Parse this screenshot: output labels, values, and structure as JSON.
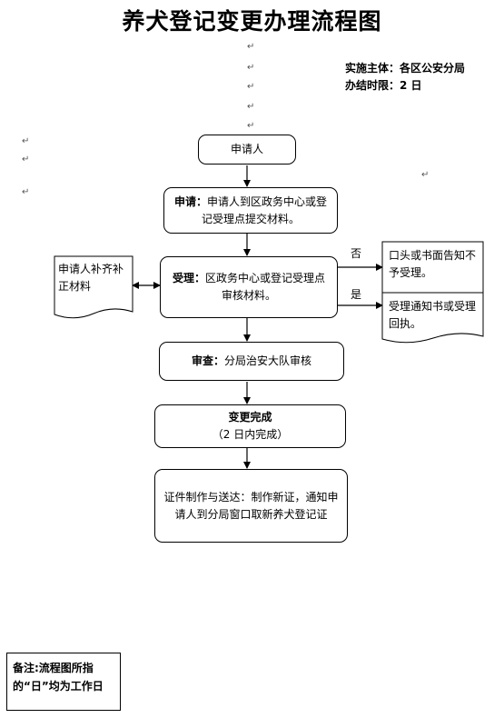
{
  "title": "养犬登记变更办理流程图",
  "meta": {
    "agency": "实施主体：各区公安分局",
    "time_limit": "办结时限：2 日"
  },
  "nodes": {
    "applicant": "申请人",
    "apply_head": "申请：",
    "apply_body": "申请人到区政务中心或登记受理点提交材料。",
    "accept_head": "受理：",
    "accept_body": "区政务中心或登记受理点审核材料。",
    "supplement": "申请人补齐补正材料",
    "reject": "口头或书面告知不予受理。",
    "notice": "受理通知书或受理回执。",
    "review_head": "审查：",
    "review_body": "分局治安大队审核",
    "complete_head": "变更完成",
    "complete_sub": "（2 日内完成）",
    "certificate": "证件制作与送达：制作新证，通知申请人到分局窗口取新养犬登记证"
  },
  "labels": {
    "no": "否",
    "yes": "是"
  },
  "note": "备注:流程图所指的“日”均为工作日",
  "glyphs": {
    "return_mark": "↵"
  }
}
